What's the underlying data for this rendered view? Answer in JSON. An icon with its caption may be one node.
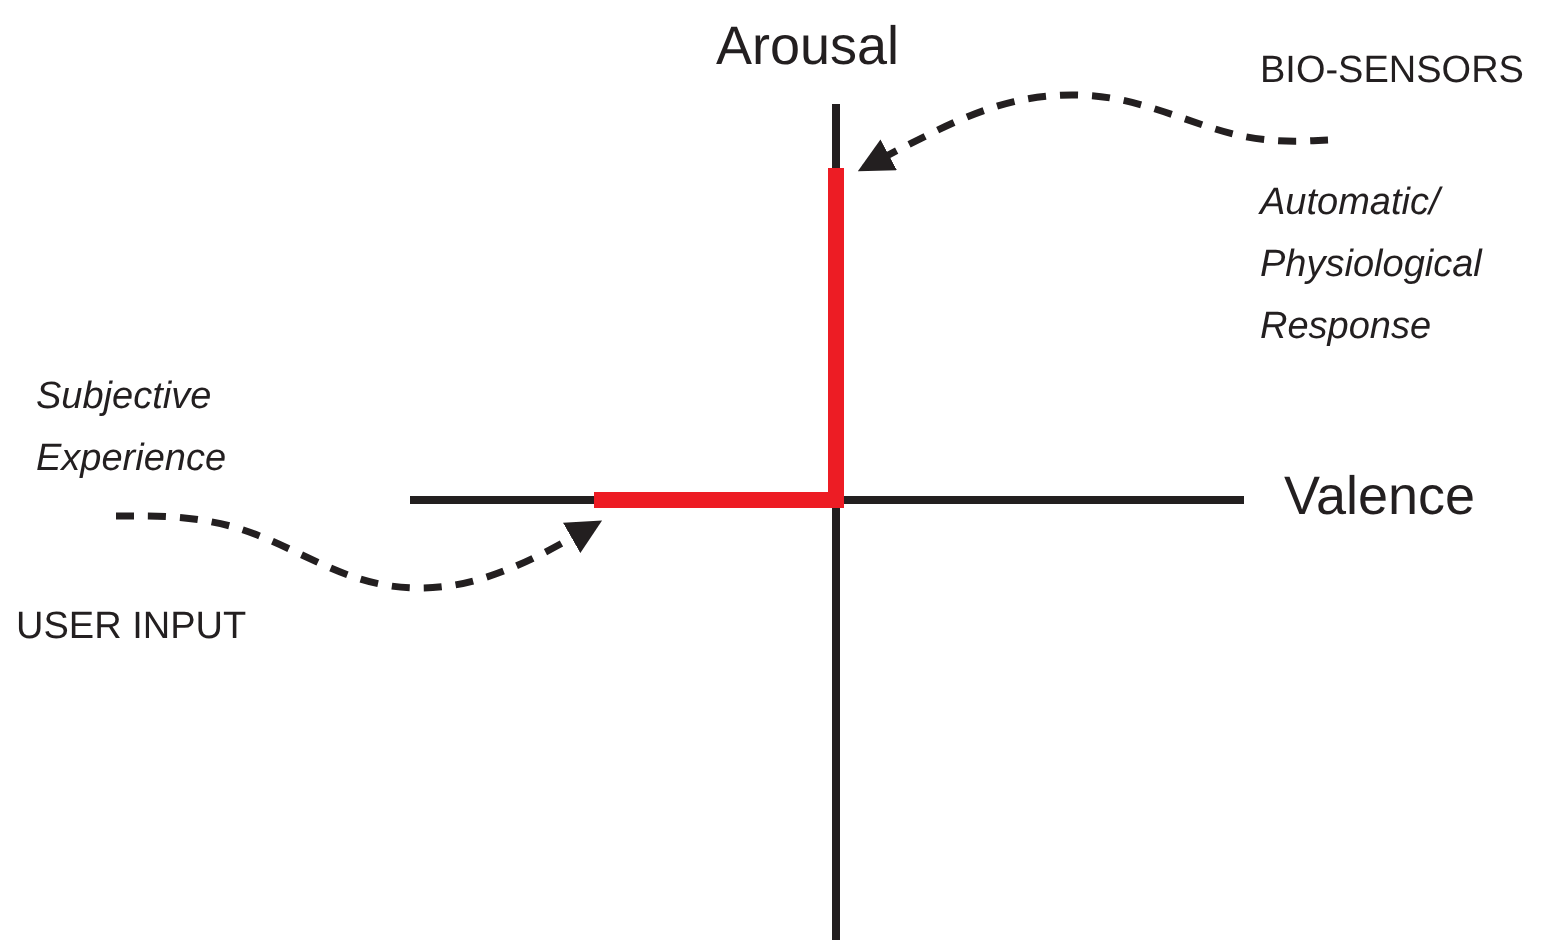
{
  "diagram": {
    "nodes": [
      {
        "text": [
          "BIO-SENSORS"
        ],
        "beside": [
          "Automatic/ Physiological Response"
        ]
      },
      {
        "text": [],
        "shape": "bar"
      },
      {
        "text": [
          "USER INPUT"
        ],
        "beside": [
          "Subjective Experience"
        ]
      },
      {
        "text": [],
        "shape": "bar"
      }
    ],
    "edges": [
      {
        "from": 0,
        "to": 1,
        "arrow": "to",
        "style": "dashed"
      },
      {
        "from": 2,
        "to": 3,
        "arrow": "to",
        "style": "dashed"
      }
    ],
    "labels": [
      "Arousal",
      "Valence"
    ]
  }
}
